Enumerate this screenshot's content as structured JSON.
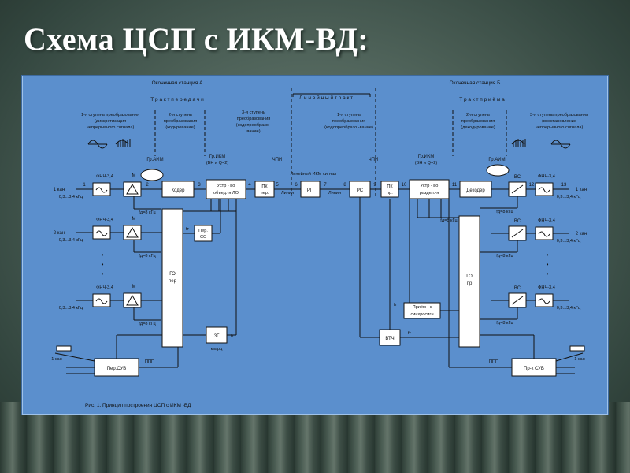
{
  "slide_title": "Схема ЦСП с ИКМ-ВД:",
  "stations": {
    "a": "Оконечная станция А",
    "b": "Оконечная станция Б"
  },
  "tracts": {
    "tx": "Т р а к т     п е р е д а ч и",
    "line": "Л и н е й н ы й   т р а к т",
    "rx": "Т р а к т     п р и ё м а"
  },
  "stages": {
    "a1": [
      "1-я ступень преобразования",
      "(дискретизация",
      "непрерывного сигнала)"
    ],
    "a2": [
      "2-я ступень",
      "преобразования",
      "(кодирование)"
    ],
    "a3": [
      "3-я ступень",
      "преобразования",
      "(кодопреобразо -",
      "вание)"
    ],
    "b1": [
      "1-я ступень",
      "преобразования",
      "(кодопреобразо -вание)"
    ],
    "b2": [
      "2-я ступень",
      "преобразования",
      "(декодирование)"
    ],
    "b3": [
      "3-я ступень преобразования",
      "(восстановление",
      "непрерывного сигнала)"
    ]
  },
  "signals": {
    "gr_aim_a": "Гр.АИМ",
    "gr_ikm_a": "Гр.ИКМ",
    "gr_ikm_a2": "(ВН и Q=2)",
    "chpi_a": "ЧПИ",
    "line_signal": "Линейный ИКМ сигнал",
    "chpi_b": "ЧПИ",
    "gr_ikm_b": "Гр.ИКМ",
    "gr_ikm_b2": "(ВН и Q=2)",
    "gr_aim_b": "Гр.АИМ"
  },
  "channels": {
    "ch1": "1 кан",
    "ch2": "2 кан",
    "band": "0,3...3,4 кГц",
    "fnch": "ФНЧ-3,4",
    "m": "М",
    "vs": "ВС",
    "fd": "fд=8 кГц",
    "fd2": "fд=8 кГц",
    "dots": "•"
  },
  "blocks": {
    "coder": "Кодер",
    "ustr_a1": "Устр - во",
    "ustr_a2": "объед.-я ЛО",
    "pk_a1": "ПК",
    "pk_a2": "пер.",
    "rp": "РП",
    "rs": "РС",
    "pk_b1": "ПК",
    "pk_b2": "пр.",
    "ustr_b1": "Устр - во",
    "ustr_b2": "раздел.-я",
    "decoder": "Декодер",
    "per_ss1": "Пер.",
    "per_ss2": "СС",
    "go_per1": "ГО",
    "go_per2": "пер",
    "go_pr1": "ГО",
    "go_pr2": "пр",
    "zg": "ЗГ",
    "zg_sub": "кварц",
    "vtch": "ВТЧ",
    "priem1": "Приём - к",
    "priem2": "синхросигн",
    "per_sv": "Пер.СУВ",
    "pr_sv": "Пр-к СУВ"
  },
  "marks": {
    "n1": "1",
    "n2": "2",
    "n3": "3",
    "n4": "4",
    "n5": "5",
    "n6": "6",
    "n7": "7",
    "n8": "8",
    "n9": "9",
    "n10": "10",
    "n11": "11",
    "n12": "12",
    "n13": "13",
    "liniya": "Линия",
    "fs": "fт",
    "fs2": "fт",
    "fs3": "fт",
    "fs4": "fт",
    "ppp": "ППП",
    "ppp2": "ППП",
    "ellipsis": "..."
  },
  "caption": {
    "prefix": "Рис. 1.",
    "text": " Принцип построения ЦСП с ИКМ   -ВД"
  }
}
